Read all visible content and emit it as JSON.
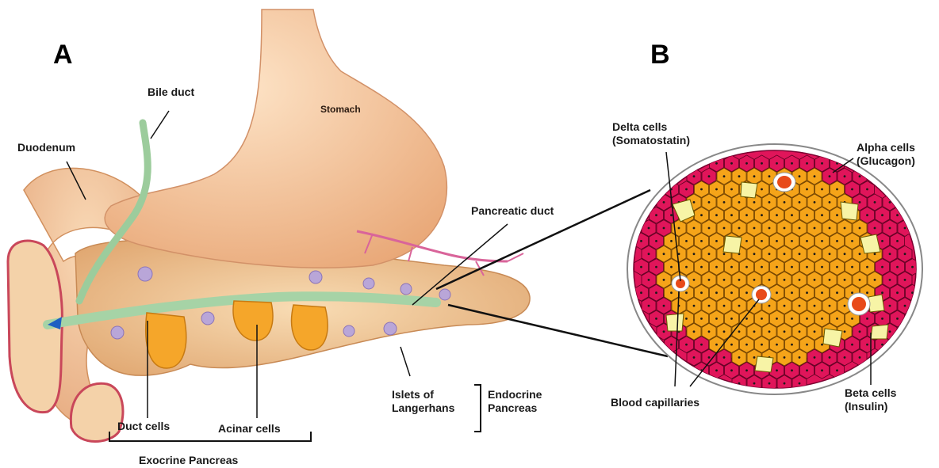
{
  "panels": {
    "a": "A",
    "b": "B"
  },
  "labels": {
    "bile_duct": "Bile duct",
    "stomach": "Stomach",
    "duodenum": "Duodenum",
    "pancreatic_duct": "Pancreatic duct",
    "delta_cells_line1": "Delta cells",
    "delta_cells_line2": "(Somatostatin)",
    "alpha_cells_line1": "Alpha cells",
    "alpha_cells_line2": "(Glucagon)",
    "islets_line1": "Islets of",
    "islets_line2": "Langerhans",
    "endocrine_line1": "Endocrine",
    "endocrine_line2": "Pancreas",
    "duct_cells": "Duct cells",
    "acinar_cells": "Acinar cells",
    "exocrine_pancreas": "Exocrine Pancreas",
    "blood_capillaries": "Blood capillaries",
    "beta_cells_line1": "Beta cells",
    "beta_cells_line2": "(Insulin)"
  },
  "colors": {
    "stomach": "#f6c9a0",
    "pancreas": "#f2c695",
    "duct": "#a8d4a8",
    "alpha_cell": "#e0155a",
    "beta_cell": "#f5a419",
    "delta_cell": "#f5f2a0",
    "capillary": "#e84a1a"
  }
}
